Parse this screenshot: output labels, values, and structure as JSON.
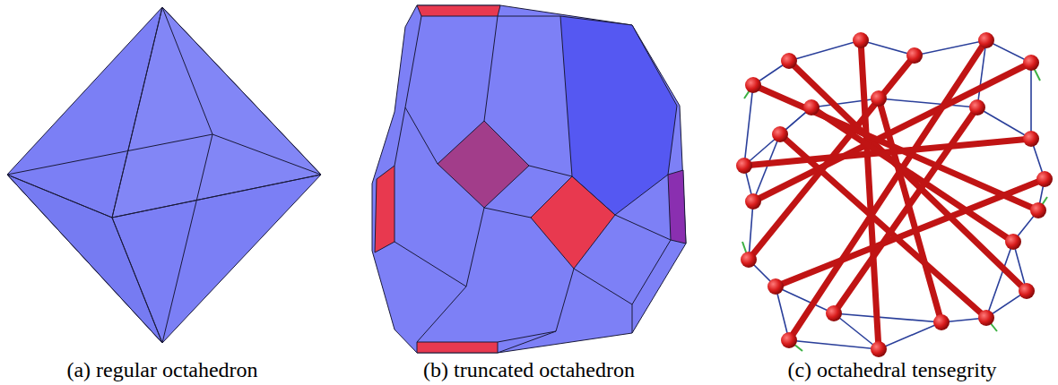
{
  "diagram": {
    "labels": [
      "(a) regular octahedron",
      "(b) truncated octahedron",
      "(c) octahedral tensegrity"
    ]
  }
}
